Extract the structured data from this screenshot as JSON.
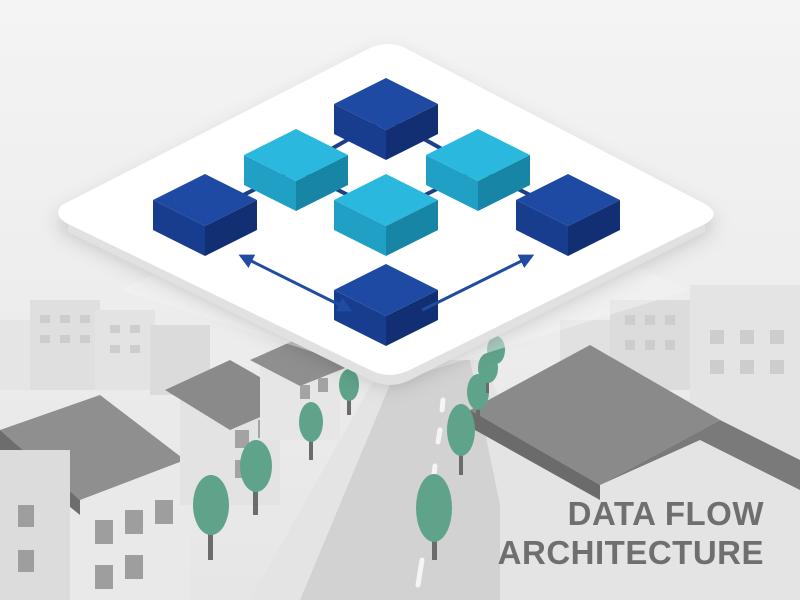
{
  "caption": {
    "line1": "DATA FLOW",
    "line2": "ARCHITECTURE"
  },
  "colors": {
    "background": "#ececec",
    "platform": "#ffffff",
    "cube_dark_top": "#1e4aa3",
    "cube_light_top": "#2ab8de",
    "arrow": "#1f4ba0",
    "tree": "#5fa38a",
    "roof": "#8a8a8a",
    "caption": "#6f6f6f"
  },
  "nodes": [
    {
      "id": "top",
      "tone": "dark"
    },
    {
      "id": "upper-left",
      "tone": "light"
    },
    {
      "id": "upper-right",
      "tone": "light"
    },
    {
      "id": "center",
      "tone": "light"
    },
    {
      "id": "left",
      "tone": "dark"
    },
    {
      "id": "right",
      "tone": "dark"
    },
    {
      "id": "bottom",
      "tone": "dark"
    }
  ],
  "connections": [
    {
      "from": "top",
      "to": "upper-left",
      "style": "line"
    },
    {
      "from": "top",
      "to": "upper-right",
      "style": "line"
    },
    {
      "from": "upper-left",
      "to": "left",
      "style": "line"
    },
    {
      "from": "upper-left",
      "to": "center",
      "style": "line"
    },
    {
      "from": "upper-right",
      "to": "center",
      "style": "line"
    },
    {
      "from": "upper-right",
      "to": "right",
      "style": "line"
    },
    {
      "from": "left",
      "to": "bottom",
      "style": "double-arrow"
    },
    {
      "from": "bottom",
      "to": "right",
      "style": "arrow"
    }
  ]
}
